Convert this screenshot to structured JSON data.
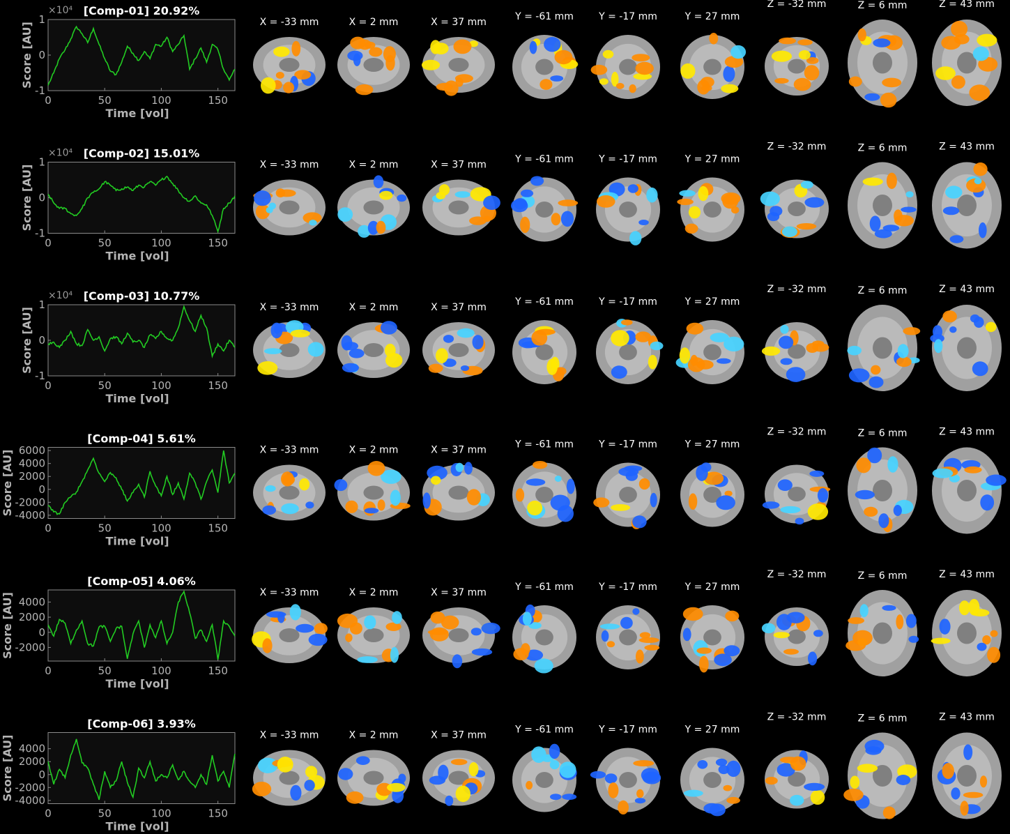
{
  "x_axis_label": "Time [vol]",
  "y_axis_label": "Score [AU]",
  "multiplier_label": "×10⁴",
  "slice_labels": [
    "X = -33 mm",
    "X = 2 mm",
    "X = 37 mm",
    "Y = -61 mm",
    "Y = -17 mm",
    "Y = 27 mm",
    "Z = -32 mm",
    "Z = 6 mm",
    "Z = 43 mm"
  ],
  "colors": {
    "timeseries_line": "#22cc22",
    "positive_map": "#ff8c00",
    "positive_map_high": "#ffe800",
    "negative_map": "#1e64ff",
    "negative_map_high": "#46d2ff",
    "brain_gray": "#a0a0a0"
  },
  "chart_data": [
    {
      "type": "line",
      "title": "[Comp-01] 20.92%",
      "xlabel": "Time [vol]",
      "ylabel": "Score [AU]",
      "y_multiplier": "×10⁴",
      "xlim": [
        0,
        165
      ],
      "ylim": [
        -1,
        1
      ],
      "xticks": [
        0,
        50,
        100,
        150
      ],
      "yticks": [
        -1,
        0,
        1
      ],
      "series": [
        {
          "x": [
            0,
            5,
            10,
            15,
            20,
            25,
            30,
            35,
            40,
            45,
            50,
            55,
            60,
            65,
            70,
            75,
            80,
            85,
            90,
            95,
            100,
            105,
            110,
            115,
            120,
            125,
            130,
            135,
            140,
            145,
            150,
            155,
            160,
            165
          ],
          "values": [
            -0.85,
            -0.5,
            -0.1,
            0.15,
            0.45,
            0.8,
            0.6,
            0.35,
            0.75,
            0.3,
            -0.1,
            -0.45,
            -0.55,
            -0.2,
            0.25,
            0.05,
            -0.15,
            0.1,
            -0.1,
            0.3,
            0.25,
            0.5,
            0.1,
            0.3,
            0.55,
            -0.4,
            -0.1,
            0.2,
            -0.2,
            0.3,
            0.15,
            -0.4,
            -0.7,
            -0.4
          ]
        }
      ]
    },
    {
      "type": "line",
      "title": "[Comp-02] 15.01%",
      "xlabel": "Time [vol]",
      "ylabel": "Score [AU]",
      "y_multiplier": "×10⁴",
      "xlim": [
        0,
        165
      ],
      "ylim": [
        -1,
        1
      ],
      "xticks": [
        0,
        50,
        100,
        150
      ],
      "yticks": [
        -1,
        0,
        1
      ],
      "series": [
        {
          "x": [
            0,
            5,
            10,
            15,
            20,
            25,
            30,
            35,
            40,
            45,
            50,
            55,
            60,
            65,
            70,
            75,
            80,
            85,
            90,
            95,
            100,
            105,
            110,
            115,
            120,
            125,
            130,
            135,
            140,
            145,
            150,
            155,
            160,
            165
          ],
          "values": [
            0.1,
            -0.15,
            -0.3,
            -0.3,
            -0.45,
            -0.5,
            -0.3,
            0.0,
            0.15,
            0.25,
            0.45,
            0.35,
            0.2,
            0.25,
            0.3,
            0.2,
            0.35,
            0.3,
            0.45,
            0.35,
            0.5,
            0.6,
            0.4,
            0.2,
            0.0,
            -0.1,
            0.05,
            -0.15,
            -0.2,
            -0.5,
            -0.95,
            -0.3,
            -0.15,
            0.05
          ]
        }
      ]
    },
    {
      "type": "line",
      "title": "[Comp-03] 10.77%",
      "xlabel": "Time [vol]",
      "ylabel": "Score [AU]",
      "y_multiplier": "×10⁴",
      "xlim": [
        0,
        165
      ],
      "ylim": [
        -1,
        1
      ],
      "xticks": [
        0,
        50,
        100,
        150
      ],
      "yticks": [
        -1,
        0,
        1
      ],
      "series": [
        {
          "x": [
            0,
            5,
            10,
            15,
            20,
            25,
            30,
            35,
            40,
            45,
            50,
            55,
            60,
            65,
            70,
            75,
            80,
            85,
            90,
            95,
            100,
            105,
            110,
            115,
            120,
            125,
            130,
            135,
            140,
            145,
            150,
            155,
            160,
            165
          ],
          "values": [
            -0.1,
            -0.05,
            -0.2,
            0.0,
            0.25,
            -0.1,
            -0.15,
            0.3,
            0.0,
            0.1,
            -0.3,
            0.05,
            0.1,
            -0.1,
            0.2,
            -0.05,
            0.0,
            -0.2,
            0.15,
            0.05,
            0.25,
            0.05,
            0.0,
            0.35,
            0.95,
            0.55,
            0.25,
            0.7,
            0.35,
            -0.45,
            -0.1,
            -0.3,
            0.0,
            -0.2
          ]
        }
      ]
    },
    {
      "type": "line",
      "title": "[Comp-04] 5.61%",
      "xlabel": "Time [vol]",
      "ylabel": "Score [AU]",
      "xlim": [
        0,
        165
      ],
      "ylim": [
        -4500,
        6500
      ],
      "xticks": [
        0,
        50,
        100,
        150
      ],
      "yticks": [
        -4000,
        -2000,
        0,
        2000,
        4000,
        6000
      ],
      "series": [
        {
          "x": [
            0,
            5,
            10,
            15,
            20,
            25,
            30,
            35,
            40,
            45,
            50,
            55,
            60,
            65,
            70,
            75,
            80,
            85,
            90,
            95,
            100,
            105,
            110,
            115,
            120,
            125,
            130,
            135,
            140,
            145,
            150,
            155,
            160,
            165
          ],
          "values": [
            -2500,
            -3500,
            -3800,
            -2000,
            -1200,
            -400,
            1200,
            3000,
            4800,
            2500,
            1200,
            2600,
            1800,
            0,
            -1800,
            -500,
            800,
            -1200,
            2800,
            500,
            -1000,
            2000,
            -800,
            1000,
            -1500,
            2500,
            1000,
            -1500,
            1200,
            3000,
            -500,
            6000,
            1000,
            2500
          ]
        }
      ]
    },
    {
      "type": "line",
      "title": "[Comp-05] 4.06%",
      "xlabel": "Time [vol]",
      "ylabel": "Score [AU]",
      "xlim": [
        0,
        165
      ],
      "ylim": [
        -3800,
        5600
      ],
      "xticks": [
        0,
        50,
        100,
        150
      ],
      "yticks": [
        -2000,
        0,
        2000,
        4000
      ],
      "series": [
        {
          "x": [
            0,
            5,
            10,
            15,
            20,
            25,
            30,
            35,
            40,
            45,
            50,
            55,
            60,
            65,
            70,
            75,
            80,
            85,
            90,
            95,
            100,
            105,
            110,
            115,
            120,
            125,
            130,
            135,
            140,
            145,
            150,
            155,
            160,
            165
          ],
          "values": [
            1000,
            -500,
            1700,
            1200,
            -1500,
            300,
            1500,
            -1500,
            -1800,
            700,
            800,
            -1200,
            500,
            800,
            -3500,
            -200,
            1500,
            -2000,
            1000,
            -700,
            1500,
            -1500,
            0,
            4000,
            5400,
            2600,
            -800,
            300,
            -1200,
            1000,
            -3600,
            1500,
            800,
            -500
          ]
        }
      ]
    },
    {
      "type": "line",
      "title": "[Comp-06] 3.93%",
      "xlabel": "Time [vol]",
      "ylabel": "Score [AU]",
      "xlim": [
        0,
        165
      ],
      "ylim": [
        -4500,
        6500
      ],
      "xticks": [
        0,
        50,
        100,
        150
      ],
      "yticks": [
        -4000,
        -2000,
        0,
        2000,
        4000
      ],
      "series": [
        {
          "x": [
            0,
            5,
            10,
            15,
            20,
            25,
            30,
            35,
            40,
            45,
            50,
            55,
            60,
            65,
            70,
            75,
            80,
            85,
            90,
            95,
            100,
            105,
            110,
            115,
            120,
            125,
            130,
            135,
            140,
            145,
            150,
            155,
            160,
            165
          ],
          "values": [
            2000,
            -1500,
            800,
            -500,
            3000,
            5500,
            1800,
            1000,
            -1500,
            -3900,
            500,
            -2000,
            -1000,
            2000,
            -1200,
            -3500,
            1000,
            -500,
            2000,
            -1000,
            0,
            -500,
            1500,
            -800,
            500,
            -1000,
            -2000,
            0,
            -1500,
            3000,
            -1000,
            500,
            -2000,
            3200
          ]
        }
      ]
    }
  ]
}
